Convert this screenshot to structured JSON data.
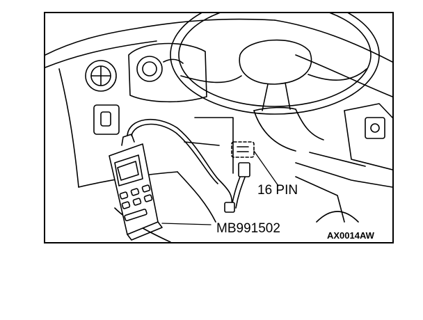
{
  "labels": {
    "connector": "16 PIN",
    "tool_part_number": "MB991502",
    "figure_code": "AX0014AW"
  },
  "colors": {
    "ink": "#000000",
    "paper": "#ffffff"
  }
}
